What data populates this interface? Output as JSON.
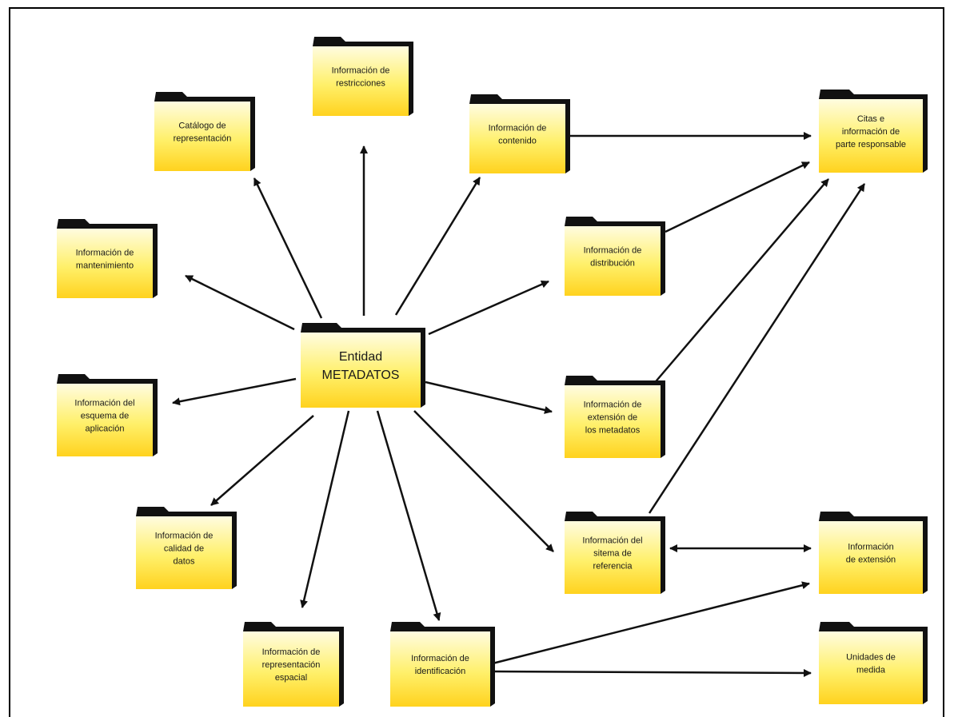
{
  "colors": {
    "folder_top": "#fffce0",
    "folder_mid": "#fff06a",
    "folder_bottom": "#ffd21e",
    "folder_back": "#111111",
    "arrow": "#111111",
    "frame": "#000000"
  },
  "nodes": [
    {
      "id": "center",
      "icon": "folder-icon",
      "lines": [
        "Entidad",
        "METADATOS"
      ]
    },
    {
      "id": "restricciones",
      "icon": "folder-icon",
      "lines": [
        "Información de",
        "restricciones"
      ]
    },
    {
      "id": "catalogo",
      "icon": "folder-icon",
      "lines": [
        "Catálogo de",
        "representación"
      ]
    },
    {
      "id": "contenido",
      "icon": "folder-icon",
      "lines": [
        "Información de",
        "contenido"
      ]
    },
    {
      "id": "citas",
      "icon": "folder-icon",
      "lines": [
        "Citas e",
        "información de",
        "parte responsable"
      ]
    },
    {
      "id": "mantenimiento",
      "icon": "folder-icon",
      "lines": [
        "Información de",
        "mantenimiento"
      ]
    },
    {
      "id": "distribucion",
      "icon": "folder-icon",
      "lines": [
        "Información de",
        "distribución"
      ]
    },
    {
      "id": "esquema",
      "icon": "folder-icon",
      "lines": [
        "Información del",
        "esquema de",
        "aplicación"
      ]
    },
    {
      "id": "extension-metadatos",
      "icon": "folder-icon",
      "lines": [
        "Información de",
        "extensión de",
        "los metadatos"
      ]
    },
    {
      "id": "calidad",
      "icon": "folder-icon",
      "lines": [
        "Información de",
        "calidad de",
        "datos"
      ]
    },
    {
      "id": "sistema-referencia",
      "icon": "folder-icon",
      "lines": [
        "Información del",
        "sitema de",
        "referencia"
      ]
    },
    {
      "id": "extension",
      "icon": "folder-icon",
      "lines": [
        "Información",
        "de extensión"
      ]
    },
    {
      "id": "representacion-espacial",
      "icon": "folder-icon",
      "lines": [
        "Información de",
        "representación",
        "espacial"
      ]
    },
    {
      "id": "identificacion",
      "icon": "folder-icon",
      "lines": [
        "Información de",
        "identificación"
      ]
    },
    {
      "id": "unidades",
      "icon": "folder-icon",
      "lines": [
        "Unidades de",
        "medida"
      ]
    }
  ],
  "edges": [
    {
      "from": "center",
      "to": "restricciones",
      "type": "arrow"
    },
    {
      "from": "center",
      "to": "catalogo",
      "type": "arrow"
    },
    {
      "from": "center",
      "to": "contenido",
      "type": "arrow"
    },
    {
      "from": "center",
      "to": "mantenimiento",
      "type": "arrow"
    },
    {
      "from": "center",
      "to": "distribucion",
      "type": "arrow"
    },
    {
      "from": "center",
      "to": "esquema",
      "type": "arrow"
    },
    {
      "from": "center",
      "to": "extension-metadatos",
      "type": "arrow"
    },
    {
      "from": "center",
      "to": "calidad",
      "type": "arrow"
    },
    {
      "from": "center",
      "to": "sistema-referencia",
      "type": "arrow"
    },
    {
      "from": "center",
      "to": "representacion-espacial",
      "type": "arrow"
    },
    {
      "from": "center",
      "to": "identificacion",
      "type": "arrow"
    },
    {
      "from": "contenido",
      "to": "citas",
      "type": "arrow"
    },
    {
      "from": "distribucion",
      "to": "citas",
      "type": "arrow"
    },
    {
      "from": "extension-metadatos",
      "to": "citas",
      "type": "arrow"
    },
    {
      "from": "sistema-referencia",
      "to": "citas",
      "type": "arrow"
    },
    {
      "from": "sistema-referencia",
      "to": "extension",
      "type": "double-arrow"
    },
    {
      "from": "identificacion",
      "to": "extension",
      "type": "arrow"
    },
    {
      "from": "identificacion",
      "to": "unidades",
      "type": "arrow"
    }
  ]
}
